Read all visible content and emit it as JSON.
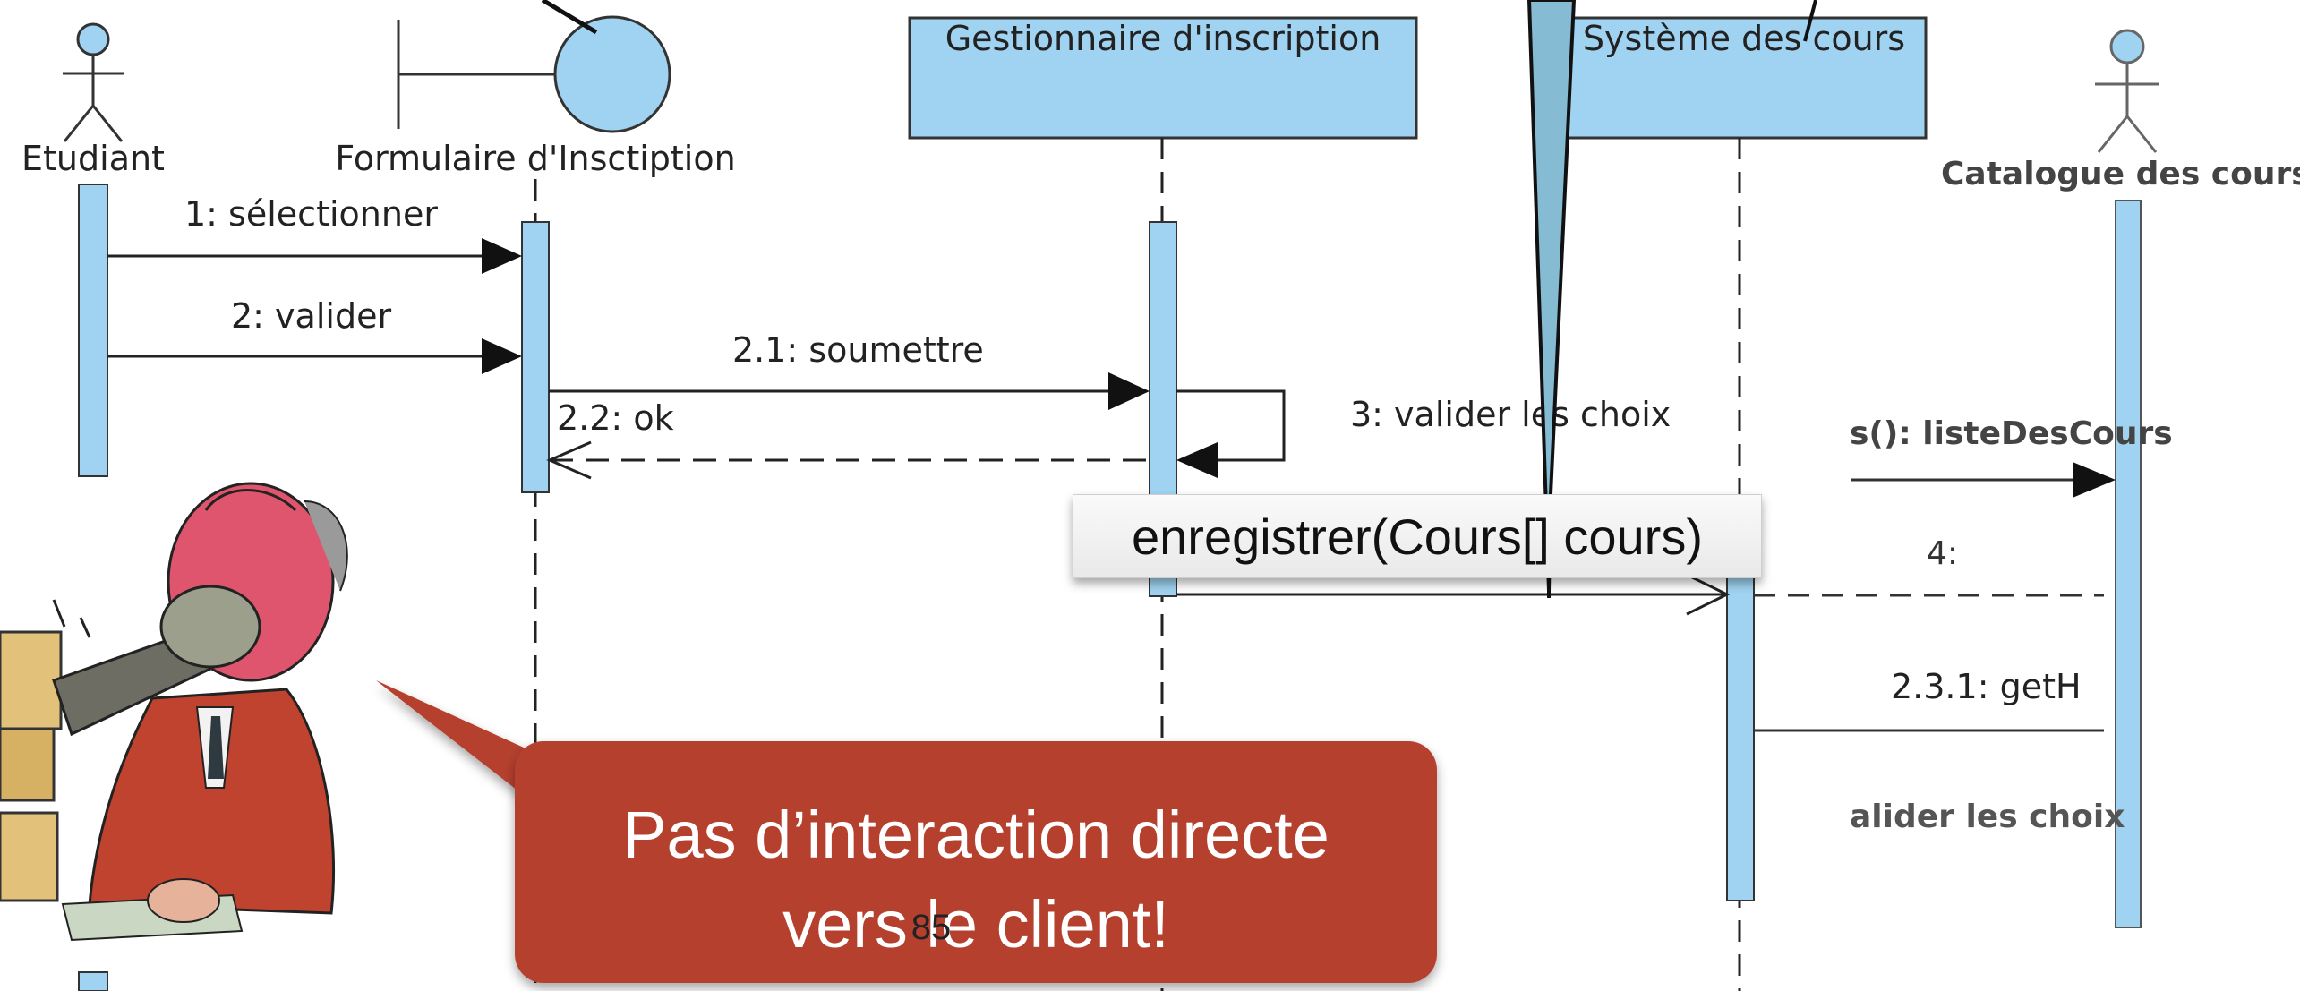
{
  "participants": {
    "student": "Etudiant",
    "form": "Formulaire d'Insctiption",
    "manager": "Gestionnaire d'inscription",
    "course_system": "Système des cours",
    "catalogue": "Catalogue des cours"
  },
  "messages": {
    "m1": "1: sélectionner",
    "m2": "2: valider",
    "m21": "2.1: soumettre",
    "m22": "2.2: ok",
    "m3": "3: valider les choix",
    "list": "s(): listeDesCours",
    "m4": "4:",
    "m231": "2.3.1: getH",
    "valider_fragment": "alider les choix"
  },
  "tooltip": "enregistrer(Cours[] cours)",
  "callout": "Pas d’interaction directe\nvers le client!",
  "page_number": "85",
  "colors": {
    "lifeline_fill": "#9fd3f1",
    "callout_red": "#b5412f",
    "callout_pointer_blue": "#86bcd3"
  }
}
